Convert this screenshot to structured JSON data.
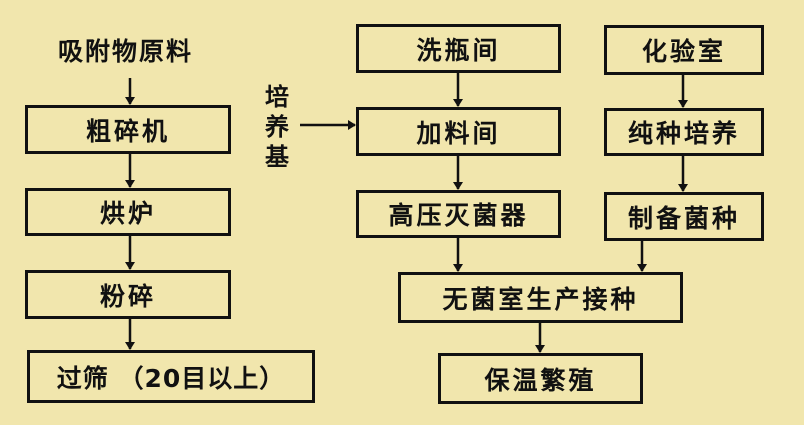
{
  "left_column": {
    "input_label": "吸附物原料",
    "steps": [
      "粗碎机",
      "烘炉",
      "粉碎",
      "过筛 （20目以上）"
    ]
  },
  "middle_column": {
    "side_input_label": "培养基",
    "steps": [
      "洗瓶间",
      "加料间",
      "高压灭菌器"
    ]
  },
  "right_column": {
    "steps": [
      "化验室",
      "纯种培养",
      "制备菌种"
    ]
  },
  "merge_steps": [
    "无菌室生产接种",
    "保温繁殖"
  ]
}
